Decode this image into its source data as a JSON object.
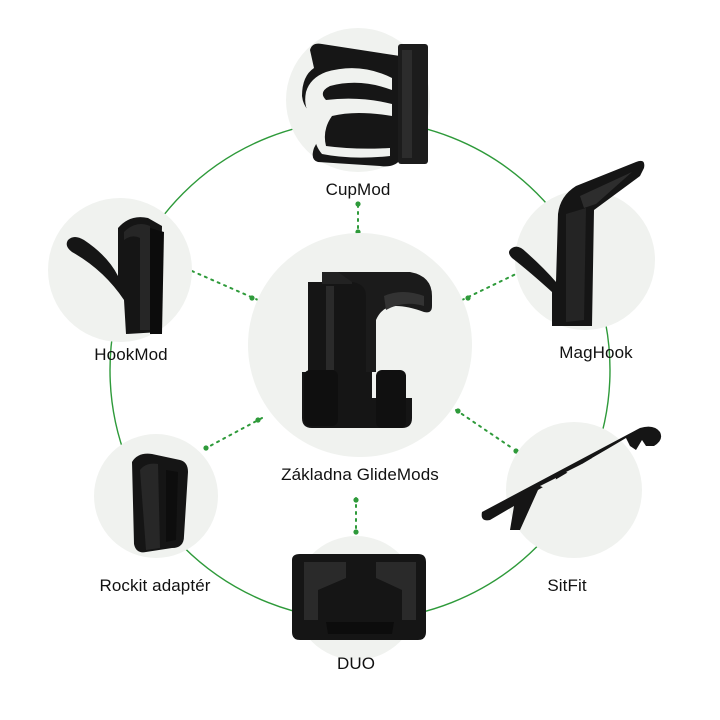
{
  "colors": {
    "ring": "#2e9a3a",
    "connector": "#2e9a3a",
    "disc": "#f0f2ef",
    "product": "#151515",
    "text": "#111111"
  },
  "center": {
    "label": "Základna GlideMods",
    "icon": "glidemods-base-clip-icon"
  },
  "modules": [
    {
      "key": "cupmod",
      "label": "CupMod",
      "icon": "cup-holder-icon"
    },
    {
      "key": "maghook",
      "label": "MagHook",
      "icon": "magnetic-hook-icon"
    },
    {
      "key": "sitfit",
      "label": "SitFit",
      "icon": "sitfit-bar-icon"
    },
    {
      "key": "duo",
      "label": "DUO",
      "icon": "duo-clip-icon"
    },
    {
      "key": "rockit",
      "label": "Rockit adaptér",
      "icon": "rockit-adapter-icon"
    },
    {
      "key": "hookmod",
      "label": "HookMod",
      "icon": "hook-icon"
    }
  ]
}
